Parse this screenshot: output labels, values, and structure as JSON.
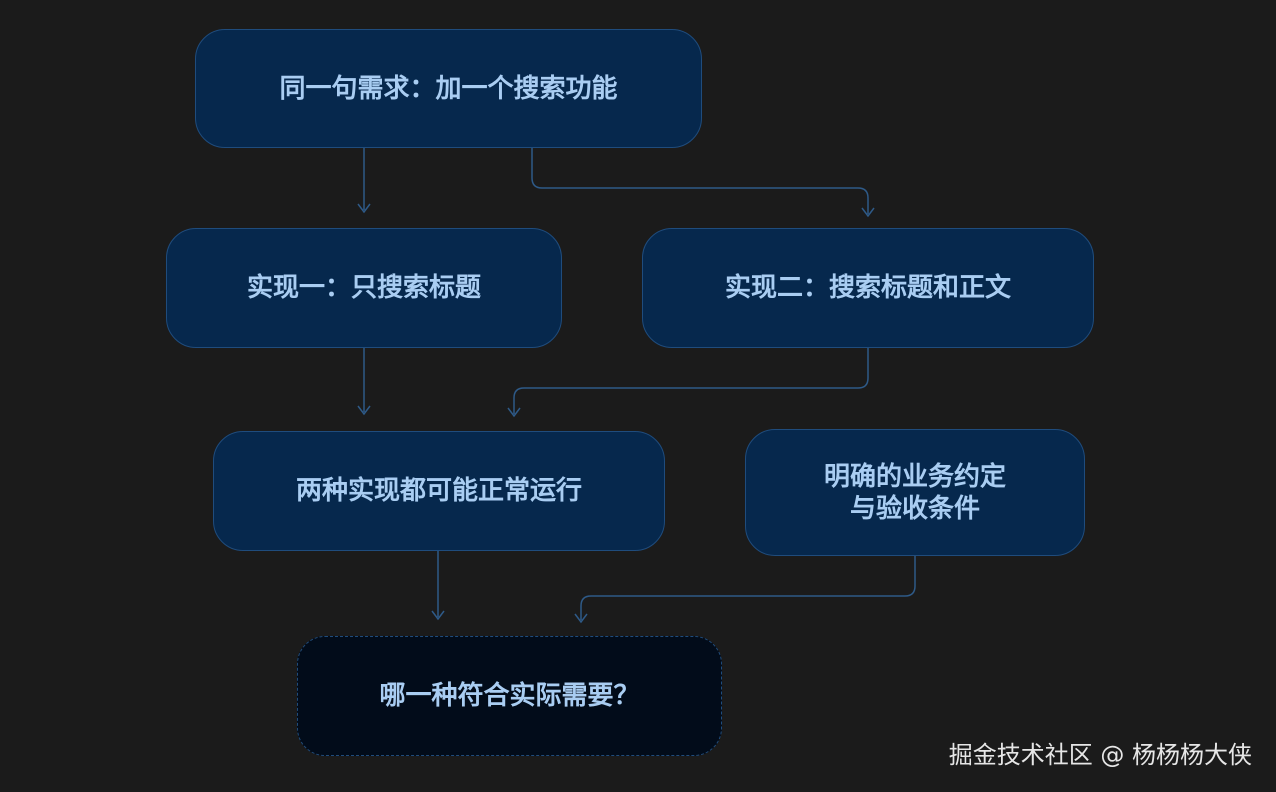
{
  "diagram": {
    "nodes": {
      "requirement": "同一句需求：加一个搜索功能",
      "impl_one": "实现一：只搜索标题",
      "impl_two": "实现二：搜索标题和正文",
      "both_work": "两种实现都可能正常运行",
      "agreement": "明确的业务约定\n与验收条件",
      "question": "哪一种符合实际需要？"
    },
    "edges": [
      {
        "from": "requirement",
        "to": "impl_one"
      },
      {
        "from": "requirement",
        "to": "impl_two"
      },
      {
        "from": "impl_one",
        "to": "both_work"
      },
      {
        "from": "impl_two",
        "to": "both_work"
      },
      {
        "from": "both_work",
        "to": "question"
      },
      {
        "from": "agreement",
        "to": "question"
      }
    ],
    "colors": {
      "background": "#1b1b1b",
      "node_fill": "#06284d",
      "node_border": "#1f4c7d",
      "question_fill": "#020c1a",
      "text": "#a9cdf2",
      "connector": "#2e5a88"
    }
  },
  "watermark": "掘金技术社区 @ 杨杨杨大侠"
}
